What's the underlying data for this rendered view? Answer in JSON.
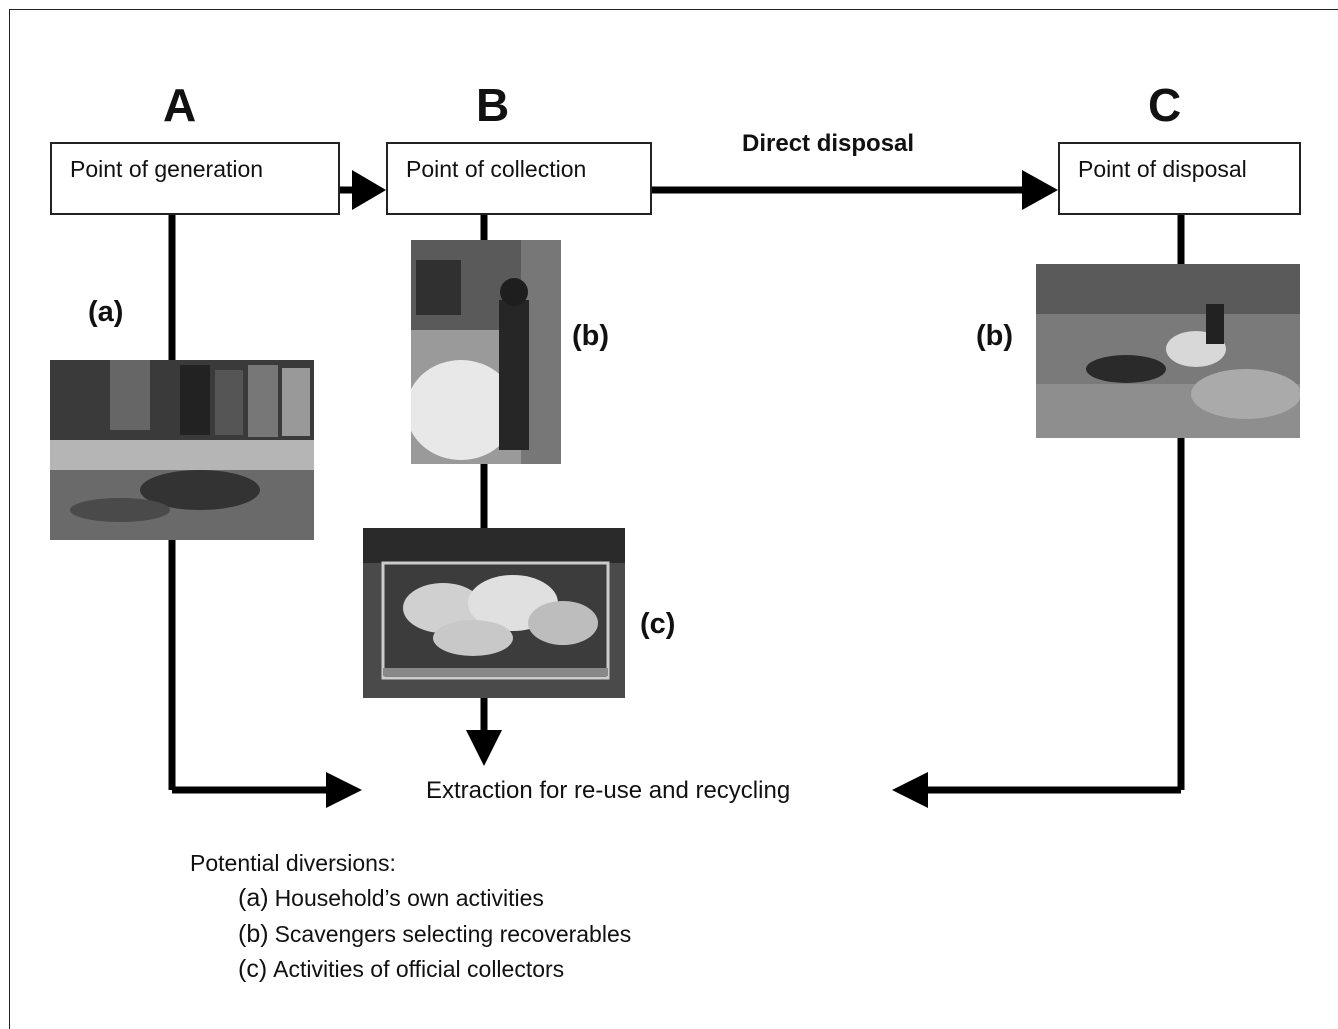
{
  "stages": {
    "a_letter": "A",
    "b_letter": "B",
    "c_letter": "C",
    "generation": "Point of generation",
    "collection": "Point of collection",
    "disposal": "Point of disposal"
  },
  "direct_disposal": "Direct disposal",
  "photo_labels": {
    "generation": "(a)",
    "collection_top": "(b)",
    "collection_bottom": "(c)",
    "disposal": "(b)"
  },
  "extraction": "Extraction for re-use and recycling",
  "legend": {
    "title": "Potential diversions:",
    "items": [
      {
        "code": "(a)",
        "text": "Household’s own activities"
      },
      {
        "code": "(b)",
        "text": "Scavengers selecting recoverables"
      },
      {
        "code": "(c)",
        "text": "Activities of official collectors"
      }
    ]
  }
}
